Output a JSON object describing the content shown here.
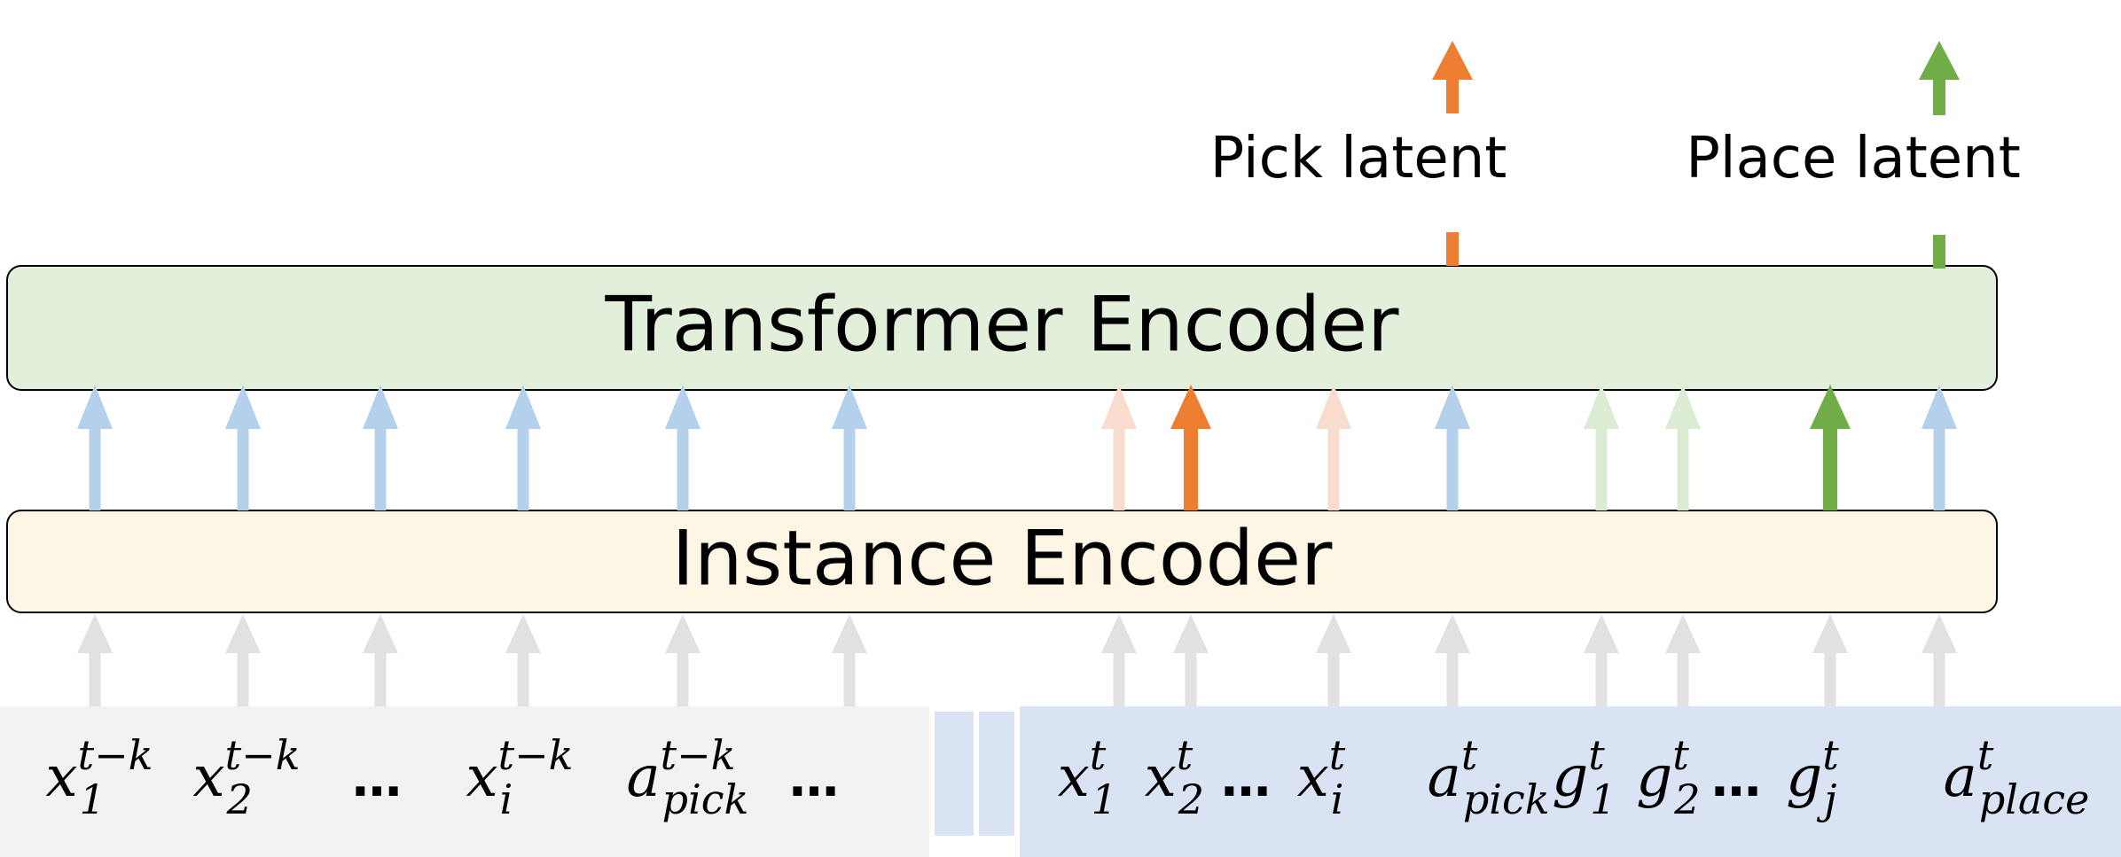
{
  "colors": {
    "blue": "#b4d0ea",
    "orange": "#ed7d31",
    "orange_faded": "#f8dccd",
    "green": "#70ad47",
    "green_faded": "#dbecd3",
    "gray": "#e1e1e1",
    "transformer_fill": "#e2efda",
    "instance_fill": "#fef6e4",
    "left_panel_fill": "#f2f2f2",
    "right_panel_fill": "#dae3f3"
  },
  "transformer": {
    "label": "Transformer Encoder"
  },
  "instance": {
    "label": "Instance Encoder"
  },
  "outputs": [
    {
      "label": "Pick latent",
      "color": "orange"
    },
    {
      "label": "Place latent",
      "color": "green"
    }
  ],
  "upper_arrows": [
    {
      "color": "blue"
    },
    {
      "color": "blue"
    },
    {
      "color": "blue"
    },
    {
      "color": "blue"
    },
    {
      "color": "blue"
    },
    {
      "color": "blue"
    },
    {
      "color": "orange_faded"
    },
    {
      "color": "orange"
    },
    {
      "color": "orange_faded"
    },
    {
      "color": "blue"
    },
    {
      "color": "green_faded"
    },
    {
      "color": "green_faded"
    },
    {
      "color": "green"
    },
    {
      "color": "blue"
    }
  ],
  "tokens_past": [
    {
      "base": "x",
      "sub": "1",
      "sup": "t−k"
    },
    {
      "base": "x",
      "sub": "2",
      "sup": "t−k"
    },
    {
      "base": "…",
      "sub": "",
      "sup": ""
    },
    {
      "base": "x",
      "sub": "i",
      "sup": "t−k"
    },
    {
      "base": "a",
      "sub": "pick",
      "sup": "t−k"
    },
    {
      "base": "…",
      "sub": "",
      "sup": ""
    }
  ],
  "tokens_current": [
    {
      "base": "x",
      "sub": "1",
      "sup": "t"
    },
    {
      "base": "x",
      "sub": "2",
      "sup": "t"
    },
    {
      "base": "…",
      "sub": "",
      "sup": ""
    },
    {
      "base": "x",
      "sub": "i",
      "sup": "t"
    },
    {
      "base": "a",
      "sub": "pick",
      "sup": "t"
    },
    {
      "base": "g",
      "sub": "1",
      "sup": "t"
    },
    {
      "base": "g",
      "sub": "2",
      "sup": "t"
    },
    {
      "base": "…",
      "sub": "",
      "sup": ""
    },
    {
      "base": "g",
      "sub": "j",
      "sup": "t"
    },
    {
      "base": "a",
      "sub": "place",
      "sup": "t"
    }
  ]
}
